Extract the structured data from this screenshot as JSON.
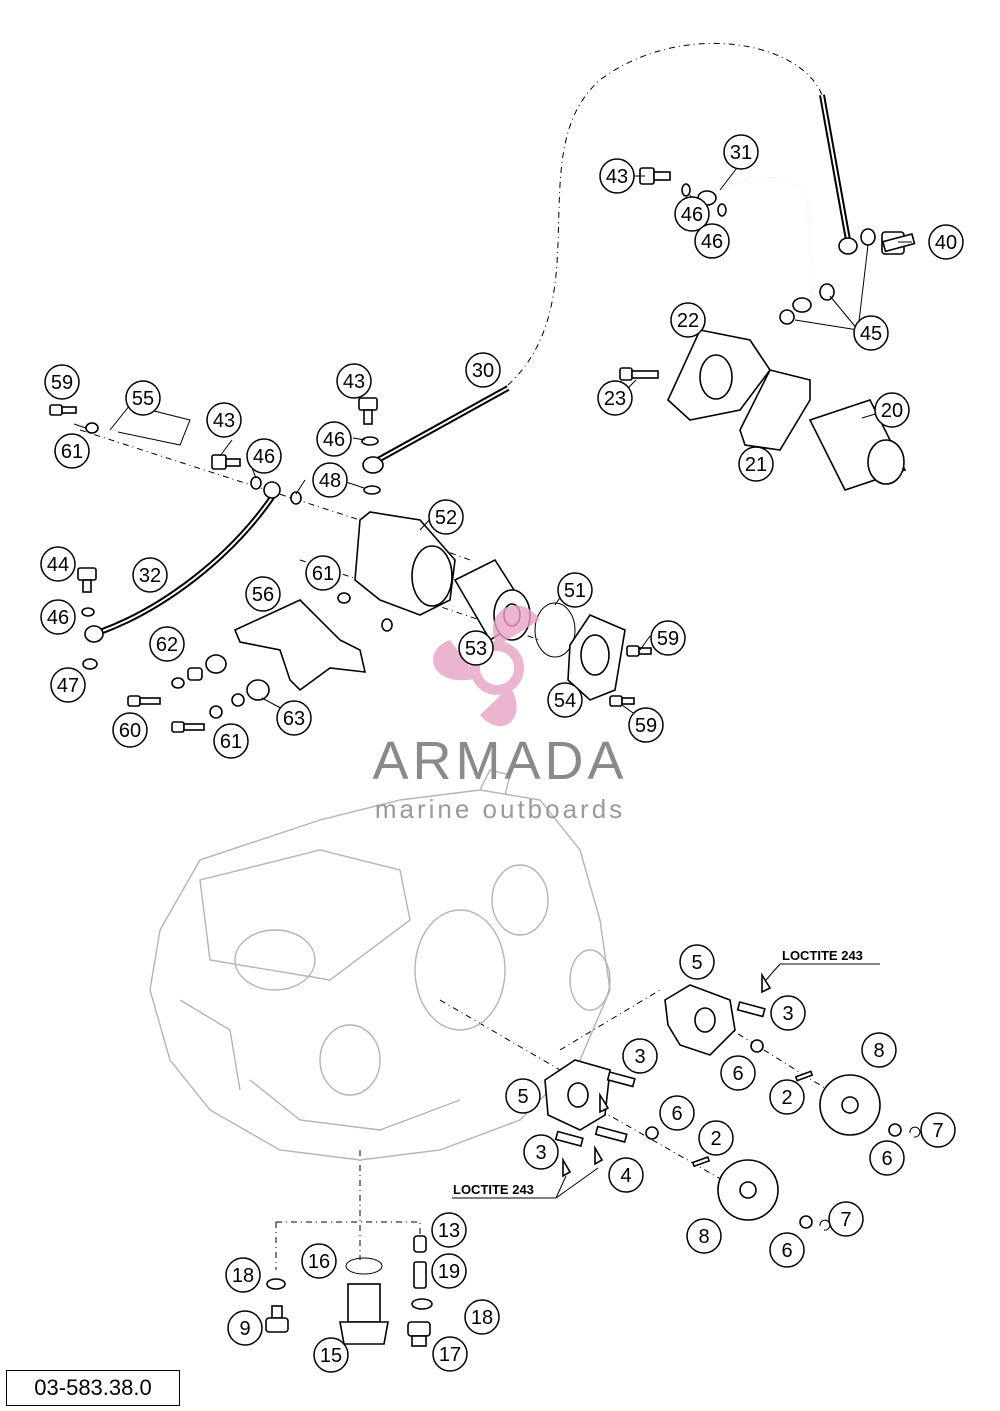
{
  "reference_code": "03-583.38.0",
  "watermark": {
    "name": "ARMADA",
    "tagline": "marine outboards",
    "accent_color": "#e8a3c4"
  },
  "notes": {
    "loctite_top": "LOCTITE 243",
    "loctite_bottom": "LOCTITE 243"
  },
  "callouts": [
    {
      "id": "c31",
      "label": "31"
    },
    {
      "id": "c43a",
      "label": "43"
    },
    {
      "id": "c46a",
      "label": "46"
    },
    {
      "id": "c46b",
      "label": "46"
    },
    {
      "id": "c40",
      "label": "40"
    },
    {
      "id": "c45",
      "label": "45"
    },
    {
      "id": "c22",
      "label": "22"
    },
    {
      "id": "c23",
      "label": "23"
    },
    {
      "id": "c20",
      "label": "20"
    },
    {
      "id": "c21",
      "label": "21"
    },
    {
      "id": "c30",
      "label": "30"
    },
    {
      "id": "c59a",
      "label": "59"
    },
    {
      "id": "c55",
      "label": "55"
    },
    {
      "id": "c43b",
      "label": "43"
    },
    {
      "id": "c43c",
      "label": "43"
    },
    {
      "id": "c46c",
      "label": "46"
    },
    {
      "id": "c46d",
      "label": "46"
    },
    {
      "id": "c48",
      "label": "48"
    },
    {
      "id": "c61a",
      "label": "61"
    },
    {
      "id": "c52",
      "label": "52"
    },
    {
      "id": "c44",
      "label": "44"
    },
    {
      "id": "c32",
      "label": "32"
    },
    {
      "id": "c61b",
      "label": "61"
    },
    {
      "id": "c56",
      "label": "56"
    },
    {
      "id": "c51",
      "label": "51"
    },
    {
      "id": "c46e",
      "label": "46"
    },
    {
      "id": "c62",
      "label": "62"
    },
    {
      "id": "c53",
      "label": "53"
    },
    {
      "id": "c59b",
      "label": "59"
    },
    {
      "id": "c47",
      "label": "47"
    },
    {
      "id": "c54",
      "label": "54"
    },
    {
      "id": "c59c",
      "label": "59"
    },
    {
      "id": "c60",
      "label": "60"
    },
    {
      "id": "c61c",
      "label": "61"
    },
    {
      "id": "c63",
      "label": "63"
    },
    {
      "id": "c5a",
      "label": "5"
    },
    {
      "id": "c3a",
      "label": "3"
    },
    {
      "id": "c8a",
      "label": "8"
    },
    {
      "id": "c6a",
      "label": "6"
    },
    {
      "id": "c2a",
      "label": "2"
    },
    {
      "id": "c3b",
      "label": "3"
    },
    {
      "id": "c5b",
      "label": "5"
    },
    {
      "id": "c6b",
      "label": "6"
    },
    {
      "id": "c7a",
      "label": "7"
    },
    {
      "id": "c6c",
      "label": "6"
    },
    {
      "id": "c2b",
      "label": "2"
    },
    {
      "id": "c3c",
      "label": "3"
    },
    {
      "id": "c4",
      "label": "4"
    },
    {
      "id": "c7b",
      "label": "7"
    },
    {
      "id": "c8b",
      "label": "8"
    },
    {
      "id": "c6d",
      "label": "6"
    },
    {
      "id": "c13",
      "label": "13"
    },
    {
      "id": "c16",
      "label": "16"
    },
    {
      "id": "c18a",
      "label": "18"
    },
    {
      "id": "c19",
      "label": "19"
    },
    {
      "id": "c18b",
      "label": "18"
    },
    {
      "id": "c9",
      "label": "9"
    },
    {
      "id": "c15",
      "label": "15"
    },
    {
      "id": "c17",
      "label": "17"
    }
  ]
}
